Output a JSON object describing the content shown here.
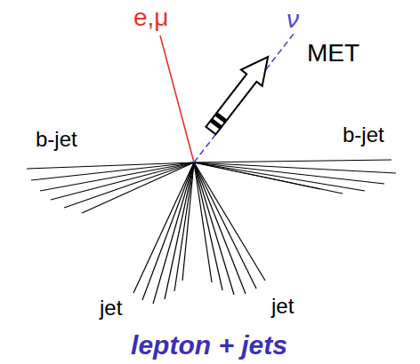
{
  "diagram": {
    "caption": "lepton + jets",
    "labels": [
      "e,μ",
      "ν",
      "MET",
      "b-jet",
      "b-jet",
      "jet",
      "jet"
    ]
  }
}
